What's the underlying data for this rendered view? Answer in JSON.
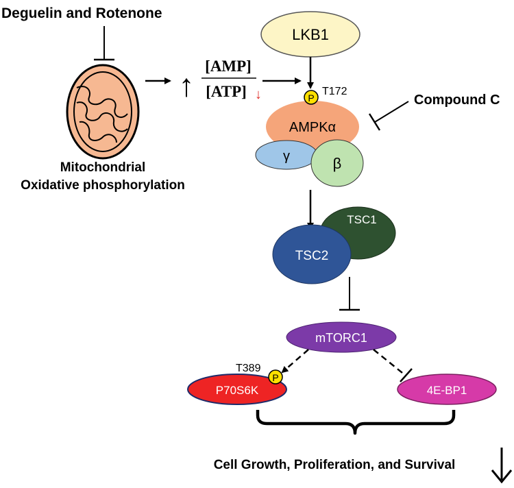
{
  "inhibitor_top": "Deguelin and Rotenone",
  "mito_label_line1": "Mitochondrial",
  "mito_label_line2": "Oxidative phosphorylation",
  "ratio_numerator": "[AMP]",
  "ratio_denominator": "[ATP]",
  "ratio_up_arrow": "↑",
  "atp_down_arrow": "↓",
  "lkb1": "LKB1",
  "phospho_symbol": "P",
  "site_t172": "T172",
  "ampk_alpha": "AMPKα",
  "ampk_gamma": "γ",
  "ampk_beta": "β",
  "compound_c": "Compound C",
  "tsc1": "TSC1",
  "tsc2": "TSC2",
  "mtorc1": "mTORC1",
  "site_t389": "T389",
  "p70s6k": "P70S6K",
  "bp1": "4E-BP1",
  "outcome": "Cell Growth, Proliferation, and Survival",
  "outcome_arrow": "↓",
  "colors": {
    "lkb1": "#fdf5c6",
    "ampk_alpha": "#f5a57a",
    "ampk_gamma": "#9fc6e8",
    "ampk_beta": "#bfe3b0",
    "tsc2": "#2f5597",
    "tsc1": "#2e5130",
    "mtorc1": "#7c3aa8",
    "p70s6k": "#ee2424",
    "bp1": "#d63aa8",
    "phospho": "#ffe000",
    "mito": "#f6b892",
    "atp_down": "#e0302a"
  }
}
